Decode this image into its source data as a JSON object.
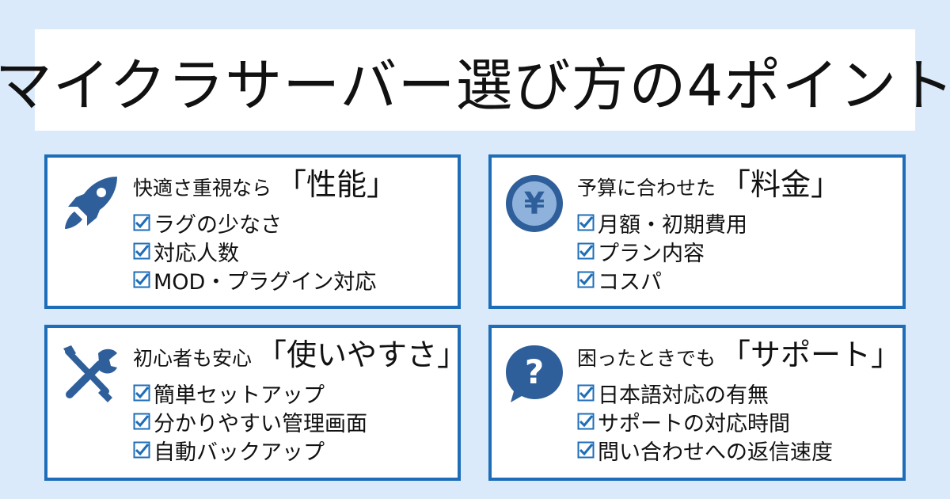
{
  "title": "マイクラサーバー選び方の4ポイント",
  "colors": {
    "background": "#dbeafb",
    "accent": "#1e6db8",
    "icon": "#2f5f9a",
    "yen_fill": "#8fb2dd"
  },
  "cards": [
    {
      "icon": "rocket-icon",
      "heading_prefix": "快適さ重視なら",
      "heading_keyword": "「性能」",
      "items": [
        "ラグの少なさ",
        "対応人数",
        "MOD・プラグイン対応"
      ]
    },
    {
      "icon": "yen-coin-icon",
      "heading_prefix": "予算に合わせた",
      "heading_keyword": "「料金」",
      "items": [
        "月額・初期費用",
        "プラン内容",
        "コスパ"
      ]
    },
    {
      "icon": "tools-icon",
      "heading_prefix": "初心者も安心",
      "heading_keyword": "「使いやすさ」",
      "items": [
        "簡単セットアップ",
        "分かりやすい管理画面",
        "自動バックアップ"
      ]
    },
    {
      "icon": "question-bubble-icon",
      "heading_prefix": "困ったときでも",
      "heading_keyword": "「サポート」",
      "items": [
        "日本語対応の有無",
        "サポートの対応時間",
        "問い合わせへの返信速度"
      ]
    }
  ]
}
